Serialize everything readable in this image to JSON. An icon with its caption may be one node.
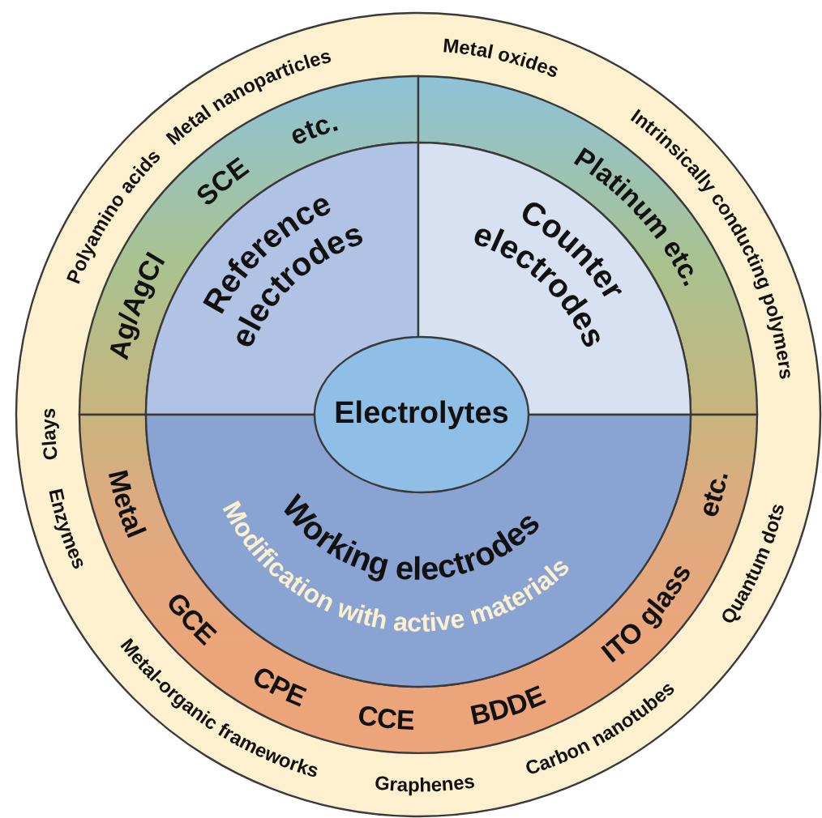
{
  "diagram": {
    "nodes": [
      {
        "text": [
          "Metal nanoparticles",
          "Metal oxides",
          "Intrinsically conducting polymers",
          "Polyamino acids",
          "Clays",
          "Enzymes",
          "Metal-organic frameworks",
          "Graphenes",
          "Carbon nanotubes",
          "Quantum dots"
        ]
      },
      {
        "text": [
          "Ag/AgCl",
          "SCE",
          "etc."
        ],
        "in": 0
      },
      {
        "text": [
          "Platinum etc."
        ],
        "in": 0
      },
      {
        "text": [
          "Metal",
          "GCE",
          "CPE",
          "CCE",
          "BDDE",
          "ITO glass",
          "etc."
        ],
        "in": 0
      },
      {
        "text": [
          "Reference electrodes"
        ],
        "in": 0
      },
      {
        "text": [
          "Counter electrodes"
        ],
        "in": 0
      },
      {
        "text": [
          "Working electrodes",
          "Modification with active materials"
        ],
        "in": 0
      },
      {
        "text": [
          "Electrolytes"
        ],
        "in": 0
      }
    ]
  }
}
